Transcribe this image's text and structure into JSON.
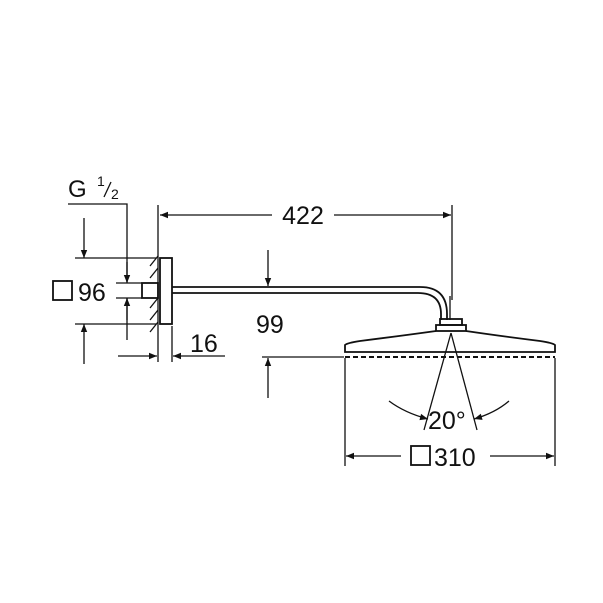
{
  "dimensions": {
    "thread": {
      "letter": "G",
      "numerator": "1",
      "denominator": "2"
    },
    "flange_square": "96",
    "flange_depth": "16",
    "arm_length": "422",
    "drop": "99",
    "spray_angle": "20°",
    "head_square": "310"
  },
  "colors": {
    "line": "#111111",
    "background": "#ffffff"
  }
}
